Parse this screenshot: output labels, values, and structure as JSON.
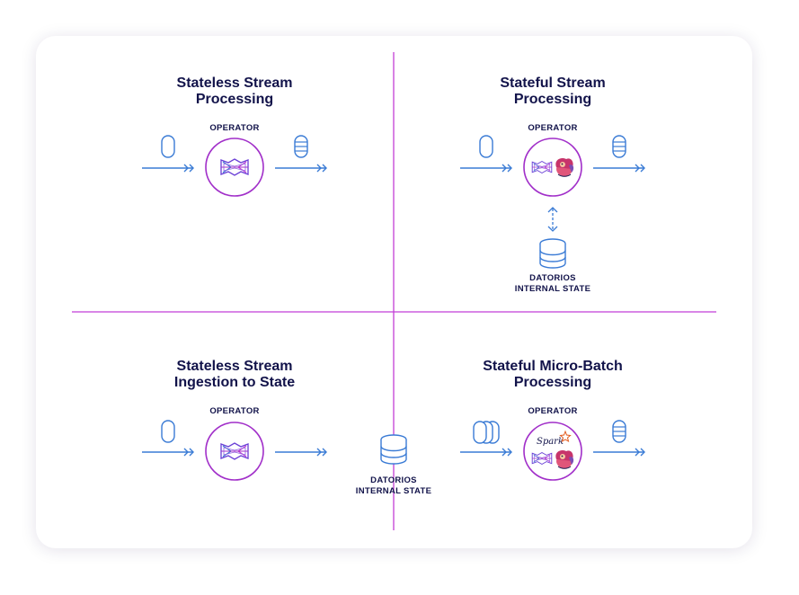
{
  "colors": {
    "divider": "#c23fd6",
    "operator_ring": "#a12fc9",
    "arrow": "#3a7bd5",
    "title_text": "#12134a",
    "card_bg": "#ffffff"
  },
  "quadrants": {
    "top_left": {
      "title_line1": "Stateless Stream",
      "title_line2": "Processing",
      "operator_label": "OPERATOR"
    },
    "top_right": {
      "title_line1": "Stateful Stream",
      "title_line2": "Processing",
      "operator_label": "OPERATOR",
      "state_label_line1": "DATORIOS",
      "state_label_line2": "INTERNAL STATE"
    },
    "bottom_left": {
      "title_line1": "Stateless Stream",
      "title_line2": "Ingestion to State",
      "operator_label": "OPERATOR"
    },
    "bottom_right": {
      "title_line1": "Stateful Micro-Batch",
      "title_line2": "Processing",
      "operator_label": "OPERATOR",
      "spark_label": "Spark"
    },
    "shared_state": {
      "label_line1": "DATORIOS",
      "label_line2": "INTERNAL STATE"
    }
  },
  "icons": {
    "input_record": "single-record-icon",
    "output_record": "striped-record-icon",
    "batch_records": "stacked-records-icon",
    "datorios_logo": "datorios-logo-icon",
    "flink_logo": "flink-squirrel-icon",
    "spark_logo": "spark-logo-icon",
    "database": "database-icon",
    "bidirectional_arrow": "bidirectional-arrow-icon"
  }
}
